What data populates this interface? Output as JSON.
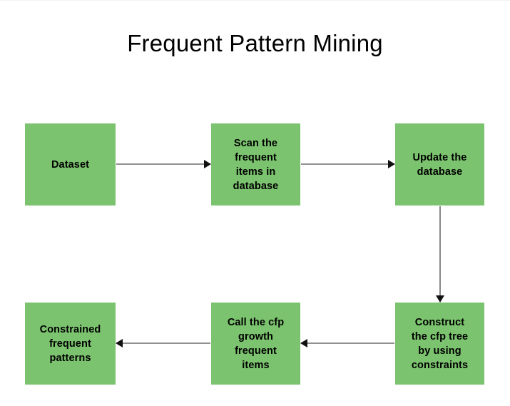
{
  "diagram": {
    "title": "Frequent Pattern Mining",
    "type": "flowchart",
    "background_color": "#ffffff",
    "node_fill_color": "#7bc36e",
    "node_text_color": "#000000",
    "connector_color": "#6b6b6b",
    "nodes": [
      {
        "id": "dataset",
        "label": "Dataset"
      },
      {
        "id": "scan",
        "label": "Scan the\nfrequent\nitems in\ndatabase"
      },
      {
        "id": "update",
        "label": "Update the\ndatabase"
      },
      {
        "id": "construct",
        "label": "Construct\nthe cfp tree\nby using\nconstraints"
      },
      {
        "id": "callcfp",
        "label": "Call the cfp\ngrowth\nfrequent\nitems"
      },
      {
        "id": "constrained",
        "label": "Constrained\nfrequent\npatterns"
      }
    ],
    "connectors": [
      {
        "id": "dataset-scan",
        "from": "dataset",
        "to": "scan",
        "direction": "right"
      },
      {
        "id": "scan-update",
        "from": "scan",
        "to": "update",
        "direction": "right"
      },
      {
        "id": "update-construct",
        "from": "update",
        "to": "construct",
        "direction": "down"
      },
      {
        "id": "construct-call",
        "from": "construct",
        "to": "callcfp",
        "direction": "left"
      },
      {
        "id": "call-constrained",
        "from": "callcfp",
        "to": "constrained",
        "direction": "left"
      }
    ]
  }
}
